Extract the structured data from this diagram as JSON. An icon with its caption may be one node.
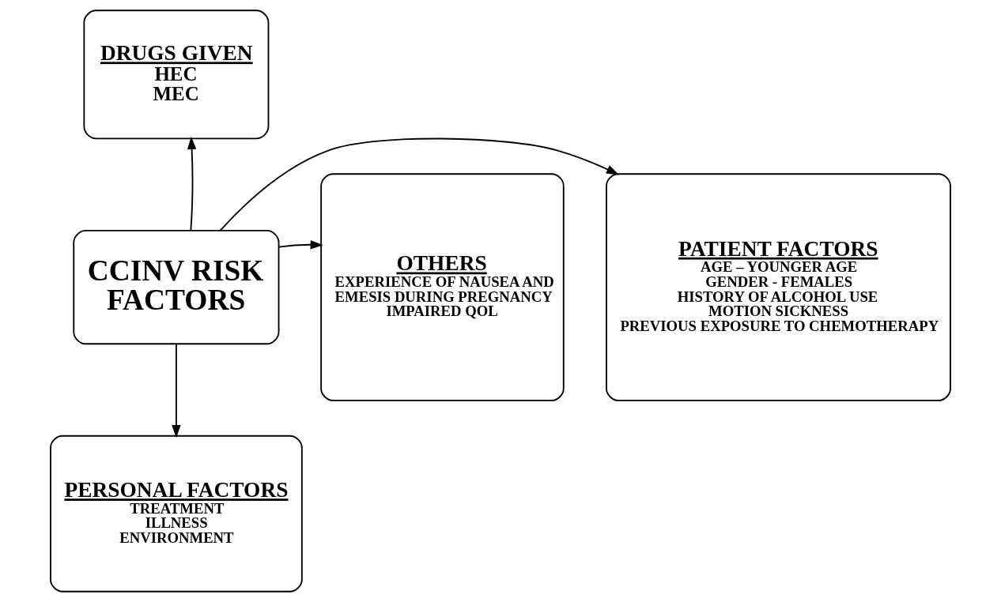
{
  "diagram": {
    "nodes": [
      {
        "text": [
          "DRUGS GIVEN",
          "HEC",
          "MEC"
        ]
      },
      {
        "text": [
          "PATIENT FACTORS",
          "AGE – YOUNGER AGE",
          "GENDER - FEMALES",
          "HISTORY OF ALCOHOL USE",
          "MOTION SICKNESS",
          "PREVIOUS EXPOSURE TO CHEMOTHERAPY"
        ]
      },
      {
        "text": [
          "CCINV RISK FACTORS"
        ]
      },
      {
        "text": [
          "OTHERS",
          "EXPERIENCE OF NAUSEA AND EMESIS DURING PREGNANCY",
          "IMPAIRED QOL"
        ]
      },
      {
        "text": [
          "PERSONAL FACTORS",
          "TREATMENT",
          "ILLNESS",
          "ENVIRONMENT"
        ]
      }
    ],
    "edges": [
      {
        "from": 2,
        "to": 0,
        "arrow": "to"
      },
      {
        "from": 2,
        "to": 1,
        "arrow": "to"
      },
      {
        "from": 2,
        "to": 3,
        "arrow": "to"
      },
      {
        "from": 2,
        "to": 4,
        "arrow": "to"
      }
    ]
  }
}
